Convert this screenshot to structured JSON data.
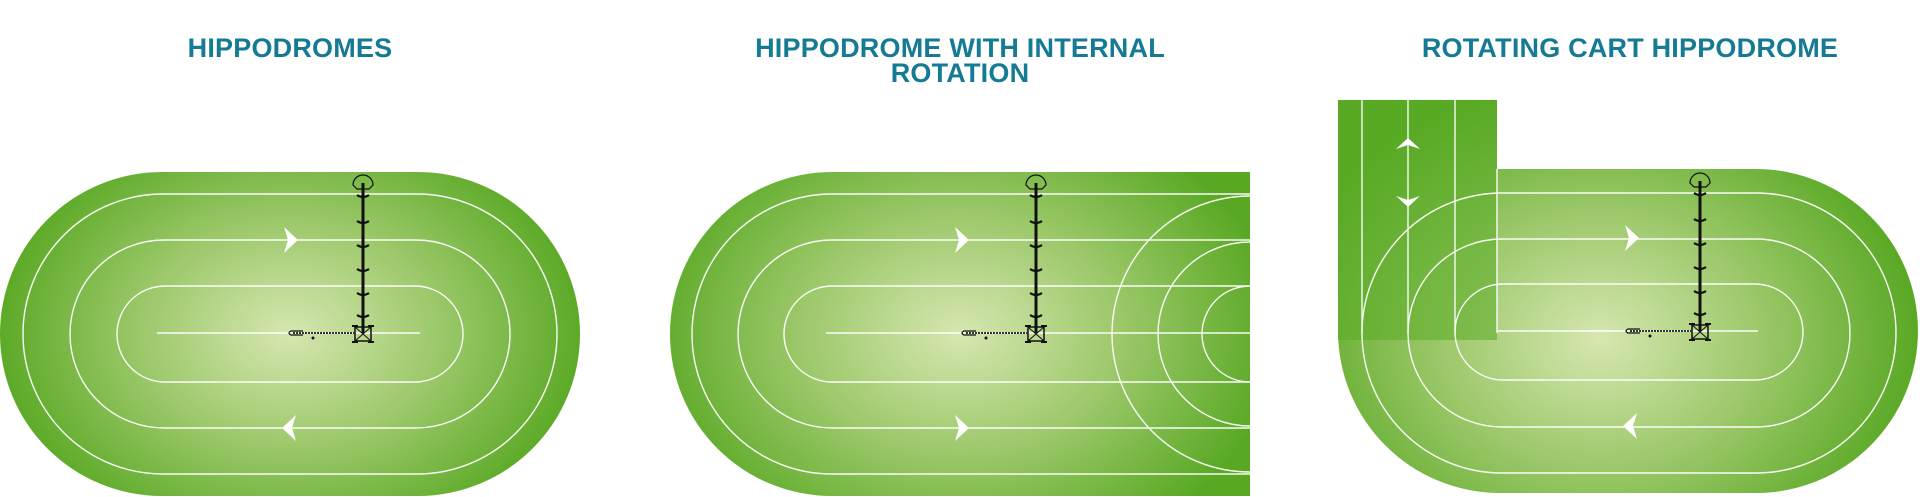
{
  "panels": [
    {
      "title": "HIPPODROMES"
    },
    {
      "title": "HIPPODROME WITH INTERNAL ROTATION"
    },
    {
      "title": "ROTATING CART HIPPODROME"
    }
  ],
  "colors": {
    "title": "#157a94",
    "grass_dark": "#58a823",
    "grass_light": "#d6e7b0",
    "lines": "#ffffff",
    "rig": "#1a1a1a"
  }
}
